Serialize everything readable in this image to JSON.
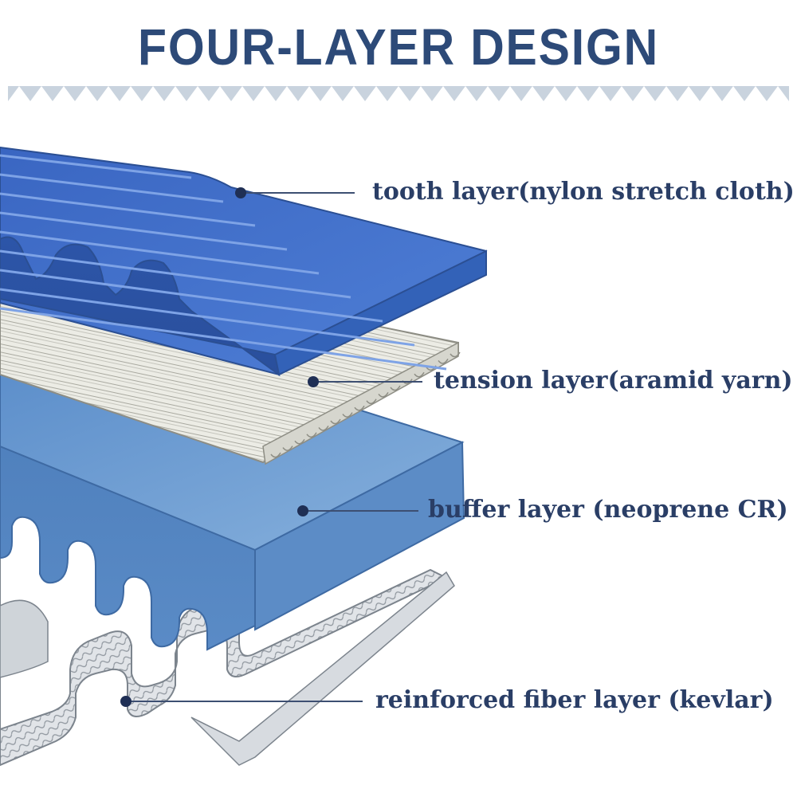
{
  "title": "FOUR-LAYER DESIGN",
  "colors": {
    "title": "#2d4a78",
    "label": "#2a3e66",
    "tooth_layer": "#3f6fc9",
    "buffer_layer": "#6f9fd1",
    "tension_layer": "#e7e7df",
    "fiber_layer": "#d9dde2",
    "banner": "#c9d3de"
  },
  "layers": [
    {
      "label": "tooth layer(nylon stretch cloth)",
      "icon": "tooth-layer-icon"
    },
    {
      "label": "tension layer(aramid yarn)",
      "icon": "tension-layer-icon"
    },
    {
      "label": "buffer layer (neoprene CR)",
      "icon": "buffer-layer-icon"
    },
    {
      "label": "reinforced fiber layer (kevlar)",
      "icon": "fiber-layer-icon"
    }
  ]
}
